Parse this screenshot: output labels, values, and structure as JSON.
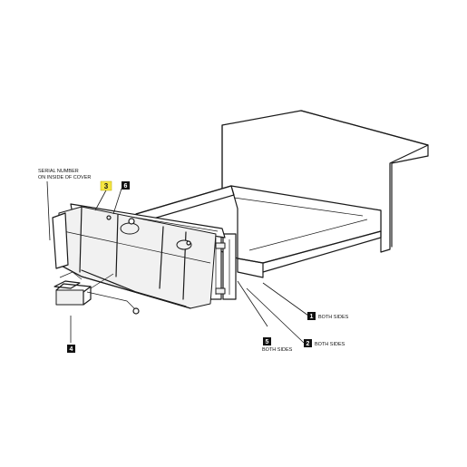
{
  "callouts": {
    "c1": {
      "number": "1",
      "note": "BOTH SIDES"
    },
    "c2": {
      "number": "2",
      "note": "BOTH SIDES"
    },
    "c3": {
      "number": "3"
    },
    "c4": {
      "number": "4"
    },
    "c5": {
      "number": "5",
      "note": "BOTH SIDES"
    },
    "c6": {
      "number": "6"
    }
  },
  "serial_note": {
    "line1": "SERIAL NUMBER",
    "line2": "ON INSIDE OF COVER"
  },
  "colors": {
    "highlight": "#f5e642",
    "callout_box": "#111111",
    "linework": "#1a1a1a"
  }
}
